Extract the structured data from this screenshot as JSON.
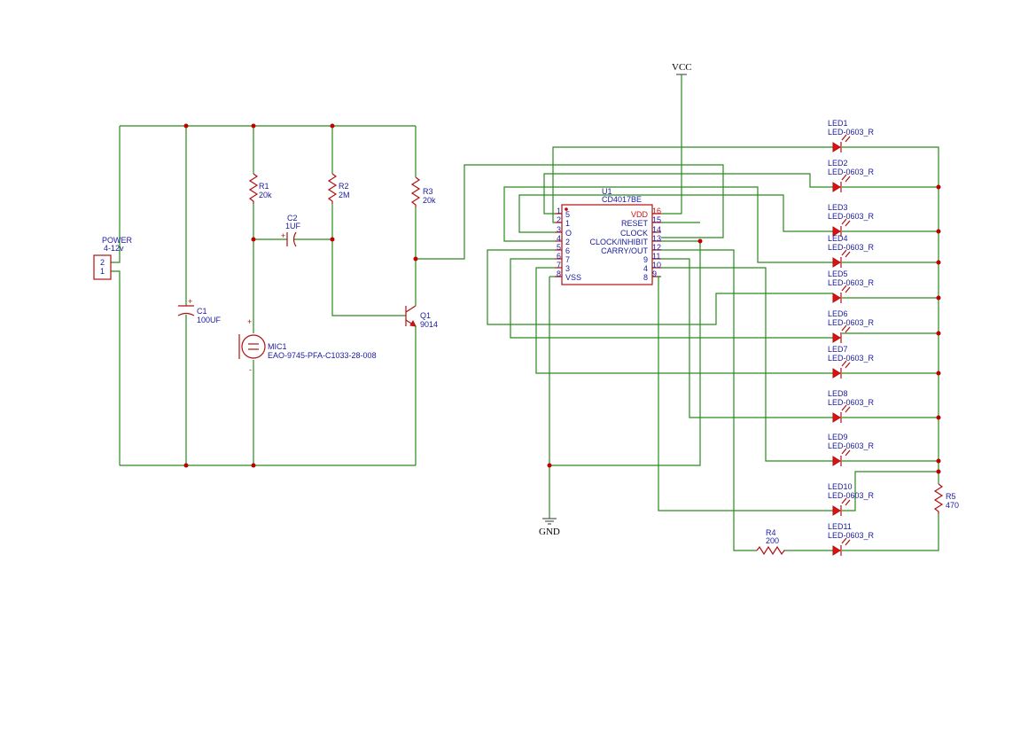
{
  "nets": {
    "vcc": "VCC",
    "gnd": "GND"
  },
  "power": {
    "ref": "POWER",
    "value": "4-12v",
    "pins": [
      "2",
      "1"
    ]
  },
  "c1": {
    "ref": "C1",
    "value": "100UF",
    "polarity": "+"
  },
  "r1": {
    "ref": "R1",
    "value": "20k"
  },
  "r2": {
    "ref": "R2",
    "value": "2M"
  },
  "r3": {
    "ref": "R3",
    "value": "20k"
  },
  "r4": {
    "ref": "R4",
    "value": "200"
  },
  "r5": {
    "ref": "R5",
    "value": "470"
  },
  "c2": {
    "ref": "C2",
    "value": "1UF",
    "polarity": "+"
  },
  "q1": {
    "ref": "Q1",
    "value": "9014"
  },
  "mic1": {
    "ref": "MIC1",
    "value": "EAO-9745-PFA-C1033-28-008",
    "plus": "+",
    "minus": "-"
  },
  "u1": {
    "ref": "U1",
    "value": "CD4017BE",
    "left_pins": [
      {
        "num": "1",
        "name": "5"
      },
      {
        "num": "2",
        "name": "1"
      },
      {
        "num": "3",
        "name": "O"
      },
      {
        "num": "4",
        "name": "2"
      },
      {
        "num": "5",
        "name": "6"
      },
      {
        "num": "6",
        "name": "7"
      },
      {
        "num": "7",
        "name": "3"
      },
      {
        "num": "8",
        "name": "VSS"
      }
    ],
    "right_pins": [
      {
        "num": "16",
        "name": "VDD"
      },
      {
        "num": "15",
        "name": "RESET"
      },
      {
        "num": "14",
        "name": "CLOCK"
      },
      {
        "num": "13",
        "name": "CLOCK/INHIBIT"
      },
      {
        "num": "12",
        "name": "CARRY/OUT"
      },
      {
        "num": "11",
        "name": "9"
      },
      {
        "num": "10",
        "name": "4"
      },
      {
        "num": "9",
        "name": "8"
      }
    ]
  },
  "leds": [
    {
      "ref": "LED1",
      "value": "LED-0603_R"
    },
    {
      "ref": "LED2",
      "value": "LED-0603_R"
    },
    {
      "ref": "LED3",
      "value": "LED-0603_R"
    },
    {
      "ref": "LED4",
      "value": "LED-0603_R"
    },
    {
      "ref": "LED5",
      "value": "LED-0603_R"
    },
    {
      "ref": "LED6",
      "value": "LED-0603_R"
    },
    {
      "ref": "LED7",
      "value": "LED-0603_R"
    },
    {
      "ref": "LED8",
      "value": "LED-0603_R"
    },
    {
      "ref": "LED9",
      "value": "LED-0603_R"
    },
    {
      "ref": "LED10",
      "value": "LED-0603_R"
    },
    {
      "ref": "LED11",
      "value": "LED-0603_R"
    }
  ]
}
